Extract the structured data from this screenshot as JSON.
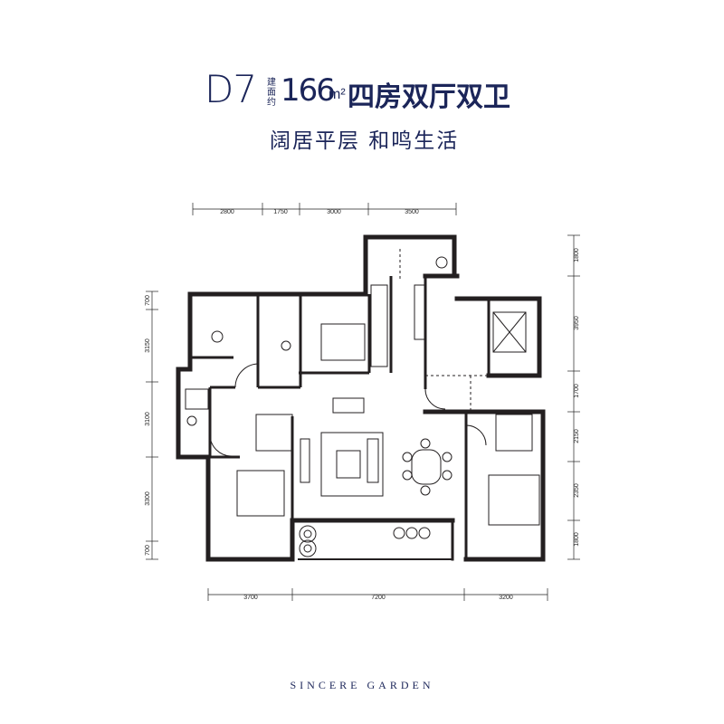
{
  "title": {
    "model": "D7",
    "area_label": "建面约",
    "area": "166",
    "unit": "m²",
    "type": "四房双厅双卫"
  },
  "subtitle": "阔居平层 和鸣生活",
  "footer": "SINCERE  GARDEN",
  "dimensions": {
    "top": [
      "2800",
      "1750",
      "3000",
      "3500"
    ],
    "bottom": [
      "3700",
      "7200",
      "3200"
    ],
    "left": [
      "700",
      "3150",
      "3100",
      "3300",
      "700"
    ],
    "right": [
      "1800",
      "3950",
      "1700",
      "2150",
      "2350",
      "1800"
    ]
  },
  "colors": {
    "brand": "#1b2559",
    "wall": "#231f20"
  }
}
